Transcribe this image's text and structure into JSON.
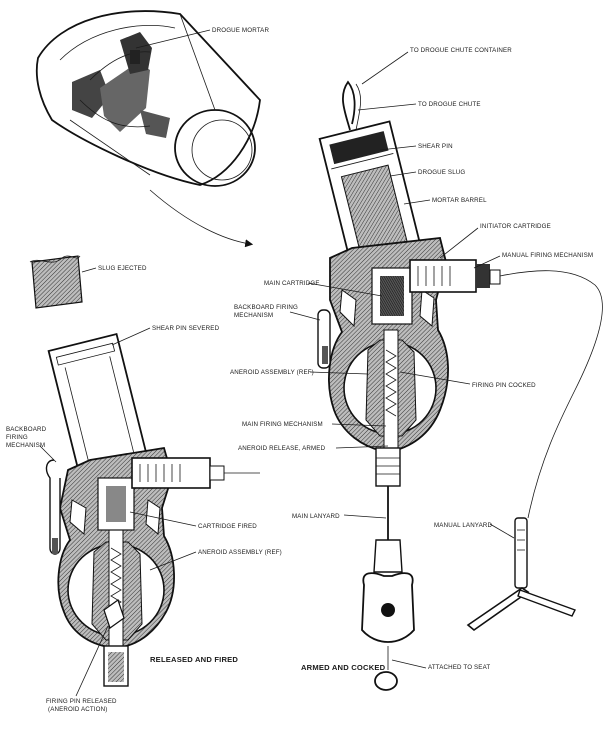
{
  "labels": {
    "drogue_mortar": "DROGUE MORTAR",
    "to_drogue_chute_container": "TO DROGUE CHUTE CONTAINER",
    "to_drogue_chute": "TO DROGUE CHUTE",
    "shear_pin": "SHEAR PIN",
    "drogue_slug": "DROGUE SLUG",
    "mortar_barrel": "MORTAR BARREL",
    "initiator_cartridge": "INITIATOR CARTRIDGE",
    "manual_firing_mechanism": "MANUAL FIRING MECHANISM",
    "main_cartridge": "MAIN CARTRIDGE",
    "backboard_firing_mechanism_right_1": "BACKBOARD FIRING",
    "backboard_firing_mechanism_right_2": "MECHANISM",
    "aneroid_assembly_ref_right": "ANEROID ASSEMBLY (REF)",
    "firing_pin_cocked": "FIRING PIN COCKED",
    "main_firing_mechanism": "MAIN FIRING MECHANISM",
    "aneroid_release_armed": "ANEROID RELEASE, ARMED",
    "main_lanyard": "MAIN LANYARD",
    "manual_lanyard": "MANUAL LANYARD",
    "attached_to_seat": "ATTACHED TO SEAT",
    "slug_ejected": "SLUG EJECTED",
    "shear_pin_severed": "SHEAR PIN SEVERED",
    "backboard_firing_mechanism_left_1": "BACKBOARD",
    "backboard_firing_mechanism_left_2": "FIRING",
    "backboard_firing_mechanism_left_3": "MECHANISM",
    "cartridge_fired": "CARTRIDGE FIRED",
    "aneroid_assembly_ref_left": "ANEROID ASSEMBLY (REF)",
    "firing_pin_released_1": "FIRING PIN RELEASED",
    "firing_pin_released_2": "(ANEROID ACTION)"
  },
  "captions": {
    "released_and_fired": "RELEASED AND FIRED",
    "armed_and_cocked": "ARMED AND COCKED"
  }
}
